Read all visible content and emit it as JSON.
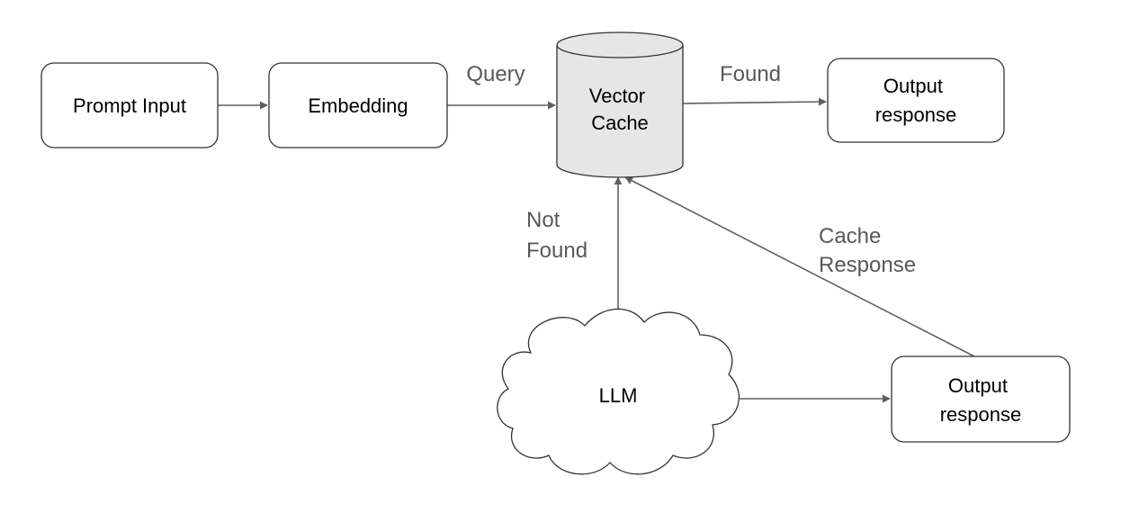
{
  "nodes": {
    "prompt_input": "Prompt Input",
    "embedding": "Embedding",
    "vector_cache": [
      "Vector",
      "Cache"
    ],
    "output_response_top": [
      "Output",
      "response"
    ],
    "llm": "LLM",
    "output_response_bottom": [
      "Output",
      "response"
    ]
  },
  "edges": {
    "query": "Query",
    "found": "Found",
    "not_found": [
      "Not",
      "Found"
    ],
    "cache_response": [
      "Cache",
      "Response"
    ]
  },
  "colors": {
    "cylinder_fill": "#e6e6e6",
    "stroke": "#333333",
    "edge_line": "#5f5f5f",
    "edge_label": "#595959"
  }
}
